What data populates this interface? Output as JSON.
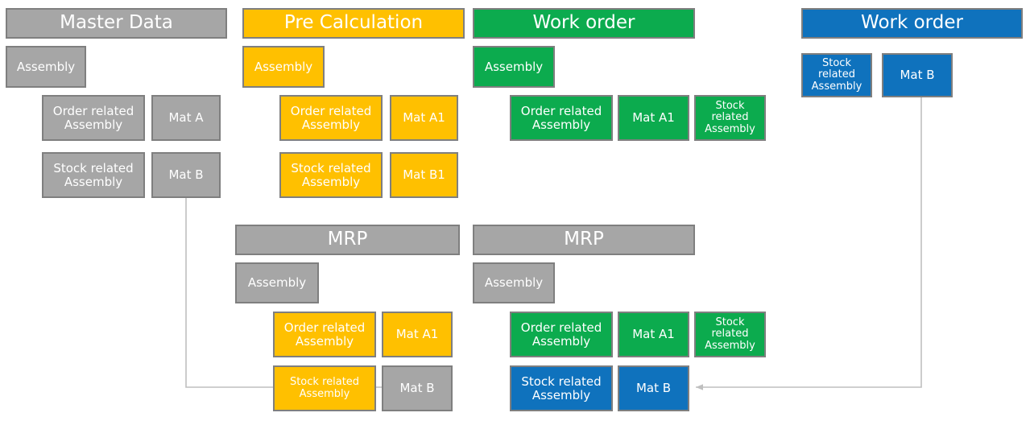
{
  "diagram": {
    "title_note": "Material planning flow across Master Data, Pre Calculation, Work order and MRP",
    "colors": {
      "gray": "#a6a6a6",
      "yellow": "#ffc000",
      "green": "#0cab4e",
      "blue": "#0f72bd",
      "border": "#7f7f7f",
      "connector": "#bfbfbf",
      "text": "#ffffff"
    },
    "groups": [
      {
        "id": "master-data",
        "header": "Master Data",
        "header_color": "gray",
        "boxes": [
          {
            "id": "md-assembly",
            "label": "Assembly",
            "color": "gray"
          },
          {
            "id": "md-order-rel",
            "label": "Order related\nAssembly",
            "color": "gray"
          },
          {
            "id": "md-mat-a",
            "label": "Mat A",
            "color": "gray"
          },
          {
            "id": "md-stock-rel",
            "label": "Stock related\nAssembly",
            "color": "gray"
          },
          {
            "id": "md-mat-b",
            "label": "Mat B",
            "color": "gray"
          }
        ]
      },
      {
        "id": "pre-calculation",
        "header": "Pre Calculation",
        "header_color": "yellow",
        "boxes": [
          {
            "id": "pc-assembly",
            "label": "Assembly",
            "color": "yellow"
          },
          {
            "id": "pc-order-rel",
            "label": "Order related\nAssembly",
            "color": "yellow"
          },
          {
            "id": "pc-mat-a1",
            "label": "Mat A1",
            "color": "yellow"
          },
          {
            "id": "pc-stock-rel",
            "label": "Stock related\nAssembly",
            "color": "yellow"
          },
          {
            "id": "pc-mat-b1",
            "label": "Mat B1",
            "color": "yellow"
          }
        ]
      },
      {
        "id": "work-order-green",
        "header": "Work order",
        "header_color": "green",
        "boxes": [
          {
            "id": "wo-assembly",
            "label": "Assembly",
            "color": "green"
          },
          {
            "id": "wo-order-rel",
            "label": "Order related\nAssembly",
            "color": "green"
          },
          {
            "id": "wo-mat-a1",
            "label": "Mat A1",
            "color": "green"
          },
          {
            "id": "wo-stock-rel",
            "label": "Stock\nrelated\nAssembly",
            "color": "green"
          }
        ]
      },
      {
        "id": "work-order-blue",
        "header": "Work order",
        "header_color": "blue",
        "boxes": [
          {
            "id": "wob-stock-rel",
            "label": "Stock\nrelated\nAssembly",
            "color": "blue"
          },
          {
            "id": "wob-mat-b",
            "label": "Mat B",
            "color": "blue"
          }
        ]
      },
      {
        "id": "mrp-left",
        "header": "MRP",
        "header_color": "gray",
        "boxes": [
          {
            "id": "mrpl-assembly",
            "label": "Assembly",
            "color": "gray"
          },
          {
            "id": "mrpl-order-rel",
            "label": "Order related\nAssembly",
            "color": "yellow"
          },
          {
            "id": "mrpl-mat-a1",
            "label": "Mat A1",
            "color": "yellow"
          },
          {
            "id": "mrpl-stock-rel",
            "label": "Stock related\nAssembly",
            "color": "yellow"
          },
          {
            "id": "mrpl-mat-b",
            "label": "Mat B",
            "color": "gray"
          }
        ]
      },
      {
        "id": "mrp-right",
        "header": "MRP",
        "header_color": "gray",
        "boxes": [
          {
            "id": "mrpr-assembly",
            "label": "Assembly",
            "color": "gray"
          },
          {
            "id": "mrpr-order-rel",
            "label": "Order related\nAssembly",
            "color": "green"
          },
          {
            "id": "mrpr-mat-a1",
            "label": "Mat A1",
            "color": "green"
          },
          {
            "id": "mrpr-stock-rel",
            "label": "Stock\nrelated\nAssembly",
            "color": "green"
          },
          {
            "id": "mrpr-stock-rel-b",
            "label": "Stock related\nAssembly",
            "color": "blue"
          },
          {
            "id": "mrpr-mat-b",
            "label": "Mat B",
            "color": "blue"
          }
        ]
      }
    ],
    "connectors": [
      {
        "id": "md-matb-to-mrpl-matb",
        "from": "md-mat-b",
        "to": "mrpl-mat-b",
        "arrow": true
      },
      {
        "id": "wob-matb-to-mrpr-matb",
        "from": "wob-mat-b",
        "to": "mrpr-mat-b",
        "arrow": true
      }
    ]
  }
}
